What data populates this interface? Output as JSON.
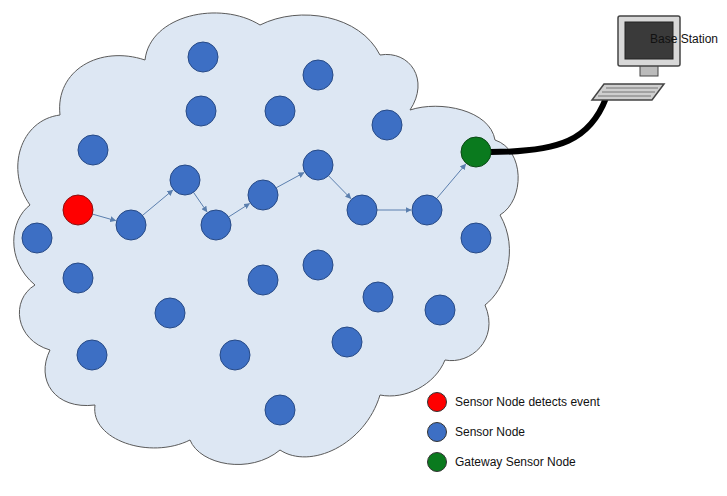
{
  "diagram": {
    "labels": [
      "Base Station"
    ],
    "legend": [
      {
        "text": "Sensor Node detects event",
        "color": "#ff0000"
      },
      {
        "text": "Sensor Node",
        "color": "#3d6fc4"
      },
      {
        "text": "Gateway Sensor Node",
        "color": "#0a7a1e"
      }
    ]
  }
}
